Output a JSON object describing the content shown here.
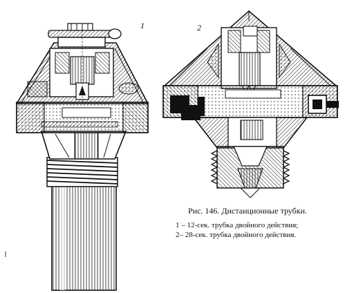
{
  "figure": {
    "labels": {
      "one": "1",
      "two": "2"
    },
    "caption": {
      "title": "Рис. 146. Дистанционные трубки.",
      "line1": "1 – 12-сек. трубка двойного действия;",
      "line2": "2– 28-сек. трубка двойного действия."
    }
  }
}
